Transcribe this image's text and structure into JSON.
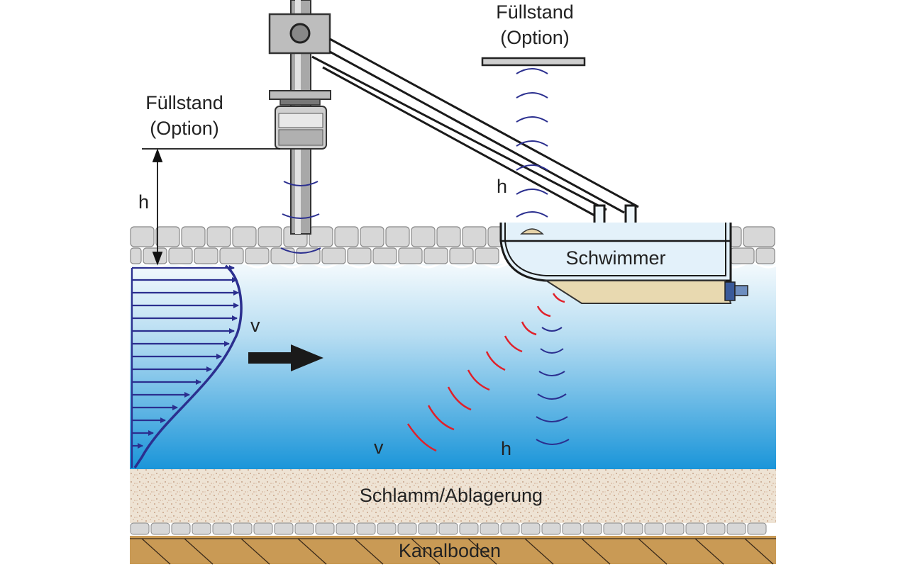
{
  "labels": {
    "fill_level_left_line1": "Füllstand",
    "fill_level_left_line2": "(Option)",
    "fill_level_top_line1": "Füllstand",
    "fill_level_top_line2": "(Option)",
    "h_left": "h",
    "h_upper": "h",
    "h_lower": "h",
    "v_arrow": "v",
    "v_lower": "v",
    "float": "Schwimmer",
    "sludge": "Schlamm/Ablagerung",
    "channel_bottom": "Kanalboden"
  },
  "colors": {
    "water_top": "#e3f1fa",
    "water_bottom": "#1a95d9",
    "velocity_profile": "#2b2f8f",
    "doppler_waves": "#e0202a",
    "level_waves": "#2b2f8f",
    "sludge": "#eadfcf",
    "channel_bottom": "#c99a55",
    "stone": "#d7d7d7"
  }
}
